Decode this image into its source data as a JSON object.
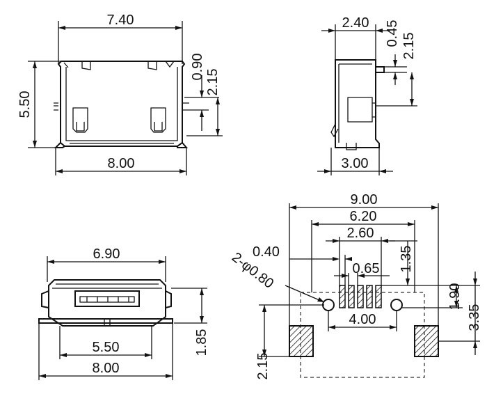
{
  "top_left_view": {
    "width_top": "7.40",
    "height_left": "5.50",
    "dim_right_a": "0.90",
    "dim_right_b": "2.15",
    "width_bottom": "8.00"
  },
  "side_view": {
    "width_top": "2.40",
    "dim_a": "0.45",
    "dim_b": "2.15",
    "width_bottom": "3.00"
  },
  "front_view": {
    "width_top": "6.90",
    "width_mid": "5.50",
    "width_bottom": "8.00",
    "height_right": "1.85"
  },
  "footprint_view": {
    "overall_width": "9.00",
    "pad_spacing": "6.20",
    "pin_span": "2.60",
    "pin_width": "0.40",
    "pin_pitch": "0.65",
    "hole_note": "2-φ0.80",
    "hole_spacing": "4.00",
    "dim_135": "1.35",
    "dim_190": "1.90",
    "dim_335": "3.35",
    "pad_height": "2.15"
  }
}
